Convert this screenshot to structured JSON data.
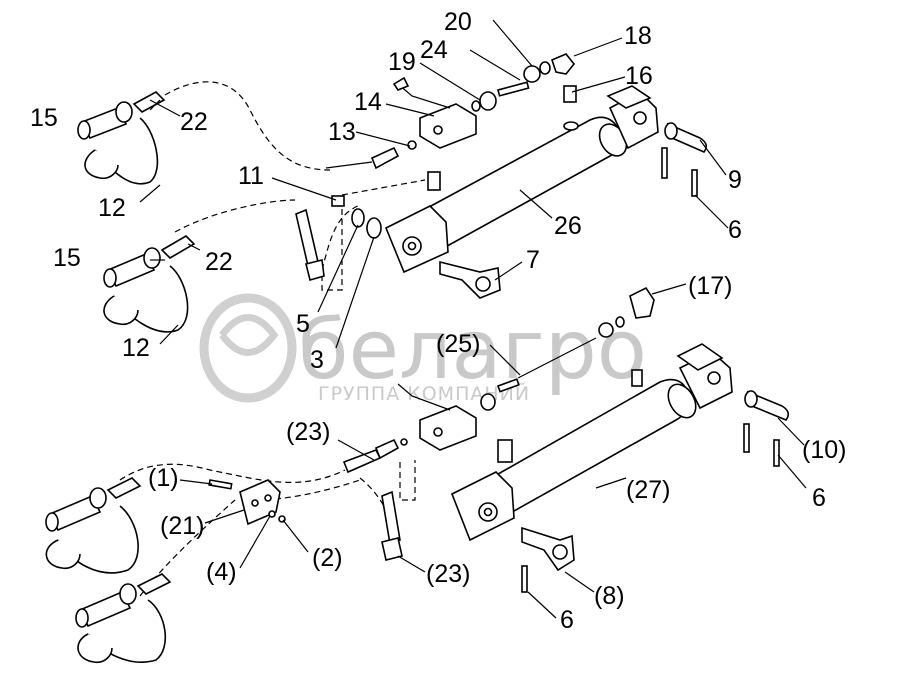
{
  "watermark": {
    "brand": "белагро",
    "subtitle": "ГРУППА КОМПАНИЙ"
  },
  "callouts": [
    {
      "id": "c20",
      "text": "20"
    },
    {
      "id": "c18",
      "text": "18"
    },
    {
      "id": "c24",
      "text": "24"
    },
    {
      "id": "c19",
      "text": "19"
    },
    {
      "id": "c16",
      "text": "16"
    },
    {
      "id": "c14",
      "text": "14"
    },
    {
      "id": "c15a",
      "text": "15"
    },
    {
      "id": "c22a",
      "text": "22"
    },
    {
      "id": "c13",
      "text": "13"
    },
    {
      "id": "c9",
      "text": "9"
    },
    {
      "id": "c11",
      "text": "11"
    },
    {
      "id": "c12a",
      "text": "12"
    },
    {
      "id": "c26",
      "text": "26"
    },
    {
      "id": "c6a",
      "text": "6"
    },
    {
      "id": "c15b",
      "text": "15"
    },
    {
      "id": "c22b",
      "text": "22"
    },
    {
      "id": "c7",
      "text": "7"
    },
    {
      "id": "c17",
      "text": "(17)"
    },
    {
      "id": "c5",
      "text": "5"
    },
    {
      "id": "c12b",
      "text": "12"
    },
    {
      "id": "c25",
      "text": "(25)"
    },
    {
      "id": "c3",
      "text": "3"
    },
    {
      "id": "c23a",
      "text": "(23)"
    },
    {
      "id": "c10",
      "text": "(10)"
    },
    {
      "id": "c1",
      "text": "(1)"
    },
    {
      "id": "c27",
      "text": "(27)"
    },
    {
      "id": "c6b",
      "text": "6"
    },
    {
      "id": "c21",
      "text": "(21)"
    },
    {
      "id": "c2",
      "text": "(2)"
    },
    {
      "id": "c4",
      "text": "(4)"
    },
    {
      "id": "c23b",
      "text": "(23)"
    },
    {
      "id": "c8",
      "text": "(8)"
    },
    {
      "id": "c6c",
      "text": "6"
    }
  ]
}
